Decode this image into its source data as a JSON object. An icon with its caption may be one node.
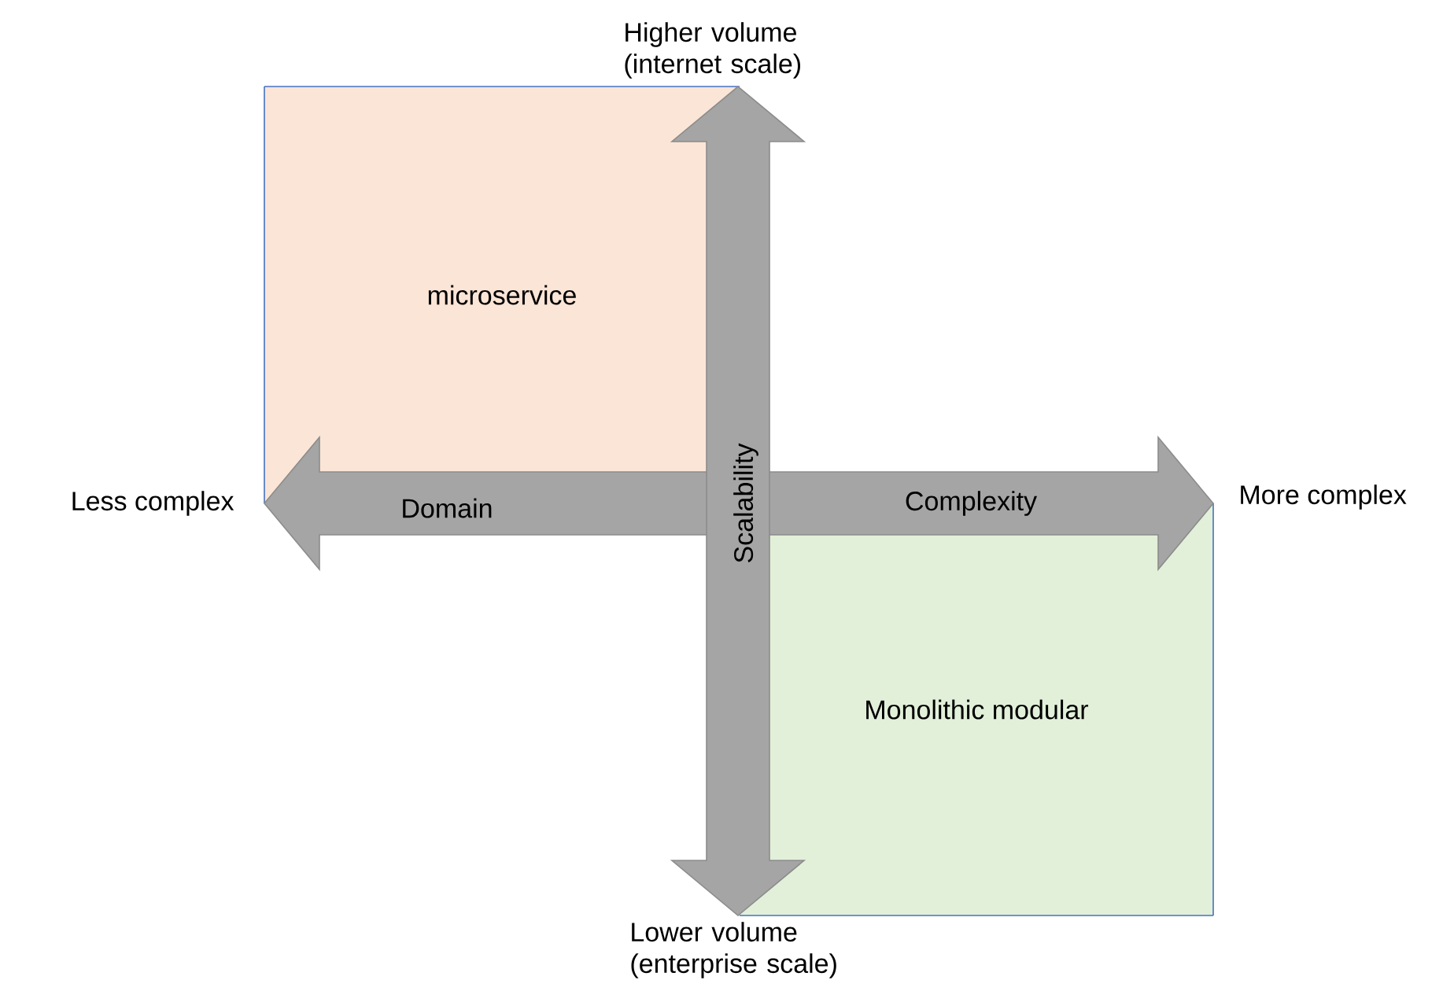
{
  "diagram": {
    "nodes": [
      {
        "text": [
          "microservice"
        ]
      },
      {
        "text": [
          "Monolithic modular"
        ]
      }
    ],
    "labels": [
      "Higher volume (internet scale)",
      "Less complex",
      "Domain",
      "Scalability",
      "Complexity",
      "More complex",
      "Lower volume (enterprise scale)"
    ]
  }
}
